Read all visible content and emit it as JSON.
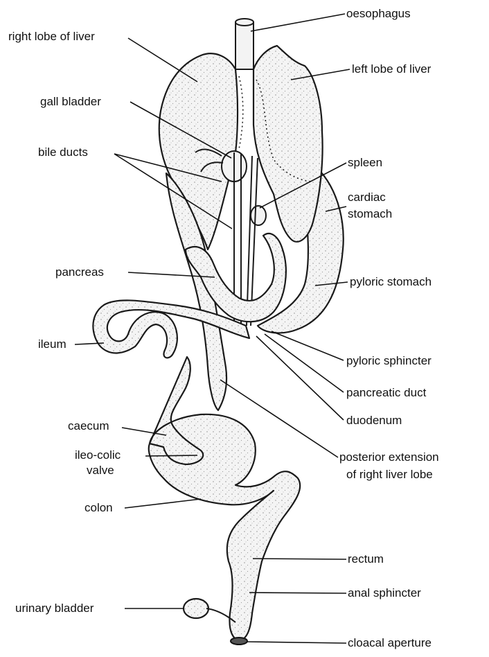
{
  "labels": {
    "oesophagus": "oesophagus",
    "right_lobe_of_liver": "right lobe of liver",
    "left_lobe_of_liver": "left lobe of liver",
    "gall_bladder": "gall bladder",
    "bile_ducts": "bile ducts",
    "spleen": "spleen",
    "cardiac_stomach_line1": "cardiac",
    "cardiac_stomach_line2": "stomach",
    "pancreas": "pancreas",
    "pyloric_stomach": "pyloric stomach",
    "ileum": "ileum",
    "pyloric_sphincter": "pyloric sphincter",
    "pancreatic_duct": "pancreatic duct",
    "duodenum": "duodenum",
    "caecum": "caecum",
    "ileo_colic_valve_line1": "ileo-colic",
    "ileo_colic_valve_line2": "valve",
    "posterior_extension_line1": "posterior extension",
    "posterior_extension_line2": "of right liver lobe",
    "colon": "colon",
    "rectum": "rectum",
    "anal_sphincter": "anal sphincter",
    "urinary_bladder": "urinary bladder",
    "cloacal_aperture": "cloacal aperture"
  }
}
